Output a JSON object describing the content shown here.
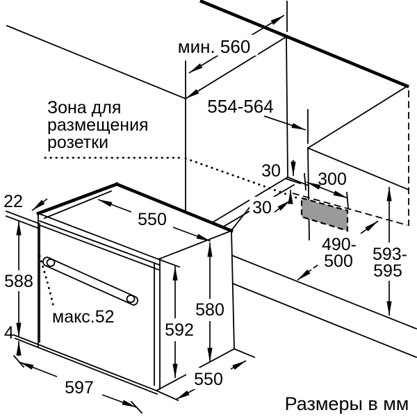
{
  "diagram": {
    "title_note": "Размеры в мм",
    "socket_zone_label": {
      "line1": "Зона для",
      "line2": "размещения",
      "line3": "розетки"
    },
    "dims": {
      "niche_depth_min": "мин. 560",
      "niche_width": "554-564",
      "gap_top": "30",
      "zone_width": "300",
      "gap_bottom": "30",
      "front_offset": "22",
      "oven_top_depth": "550",
      "zone_height_line1": "490-",
      "zone_height_line2": "500",
      "niche_height_line1": "593-",
      "niche_height_line2": "595",
      "oven_front_height": "588",
      "door_height": "592",
      "body_height": "580",
      "handle_max": "макс.52",
      "plinth_gap": "4",
      "oven_width": "597",
      "oven_depth_bottom": "550"
    },
    "colors": {
      "line": "#000000",
      "zone_fill": "#9a9a9a",
      "background": "#ffffff"
    }
  }
}
